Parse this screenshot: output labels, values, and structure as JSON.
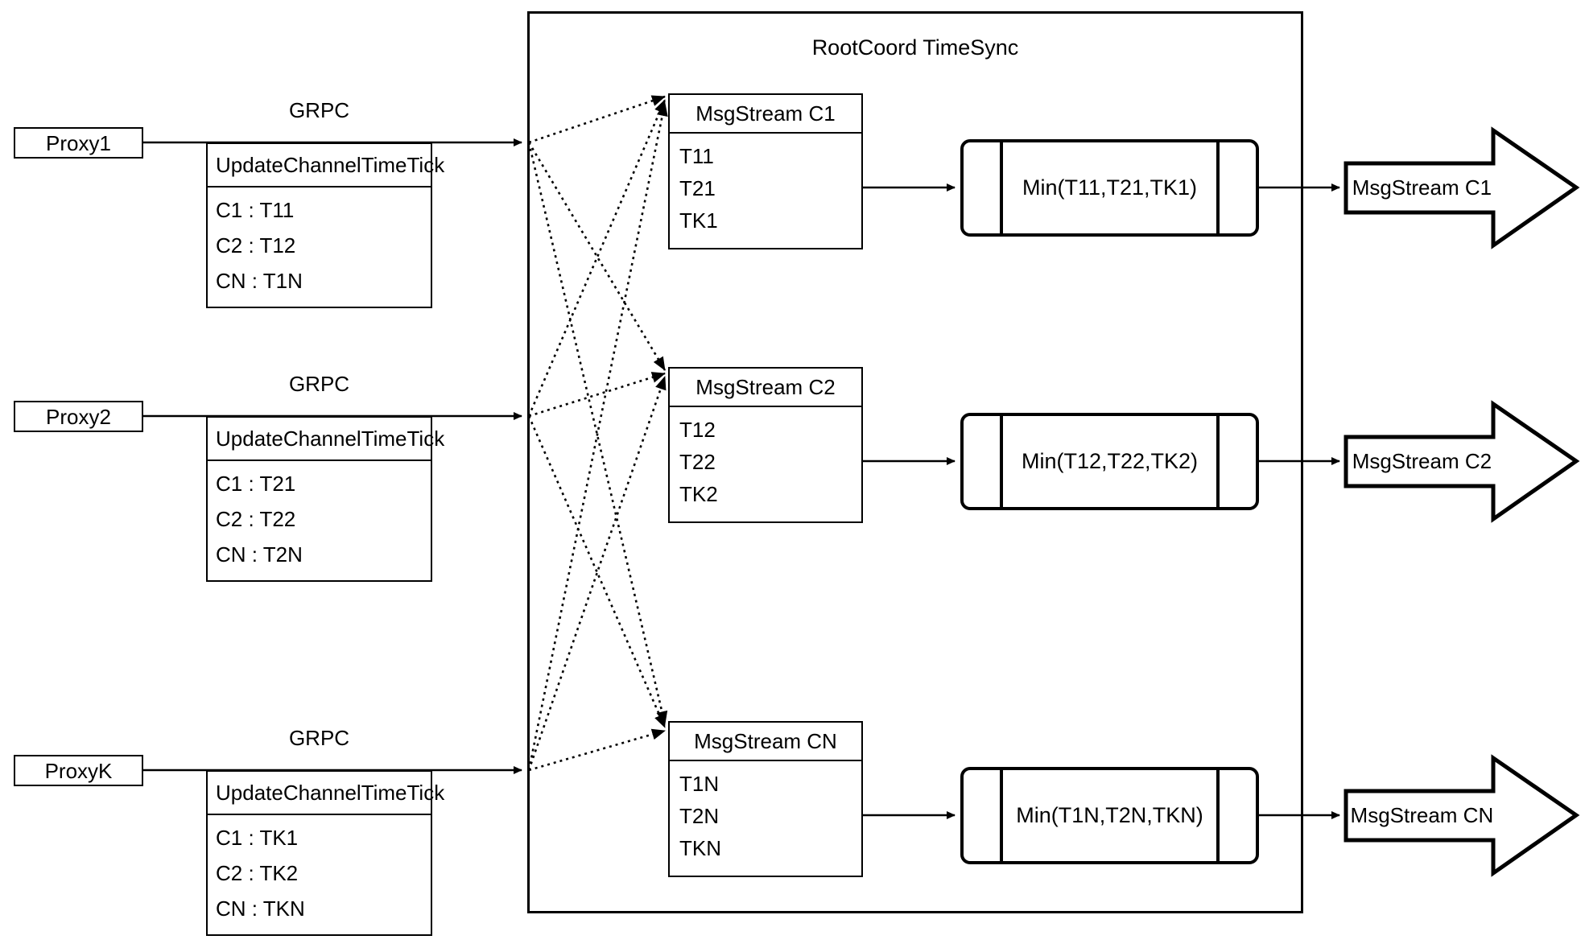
{
  "diagram": {
    "title": "RootCoord TimeSync",
    "container_label": "RootCoord TimeSync"
  },
  "proxies": [
    {
      "name": "Proxy1",
      "link_label": "GRPC",
      "message": {
        "header": "UpdateChannelTimeTick",
        "rows": [
          "C1 :  T11",
          "C2 :  T12",
          "CN : T1N"
        ]
      }
    },
    {
      "name": "Proxy2",
      "link_label": "GRPC",
      "message": {
        "header": "UpdateChannelTimeTick",
        "rows": [
          "C1 :  T21",
          "C2 :  T22",
          "CN : T2N"
        ]
      }
    },
    {
      "name": "ProxyK",
      "link_label": "GRPC",
      "message": {
        "header": "UpdateChannelTimeTick",
        "rows": [
          "C1 :  TK1",
          "C2 :  TK2",
          "CN : TKN"
        ]
      }
    }
  ],
  "channels": [
    {
      "stream": {
        "header": "MsgStream C1",
        "rows": [
          "T11",
          "T21",
          "TK1"
        ]
      },
      "reducer": "Min(T11,T21,TK1)",
      "output": "MsgStream C1"
    },
    {
      "stream": {
        "header": "MsgStream C2",
        "rows": [
          "T12",
          "T22",
          "TK2"
        ]
      },
      "reducer": "Min(T12,T22,TK2)",
      "output": "MsgStream C2"
    },
    {
      "stream": {
        "header": "MsgStream CN",
        "rows": [
          "T1N",
          "T2N",
          "TKN"
        ]
      },
      "reducer": "Min(T1N,T2N,TKN)",
      "output": "MsgStream CN"
    }
  ],
  "colors": {
    "stroke": "#000000",
    "background": "#ffffff"
  }
}
